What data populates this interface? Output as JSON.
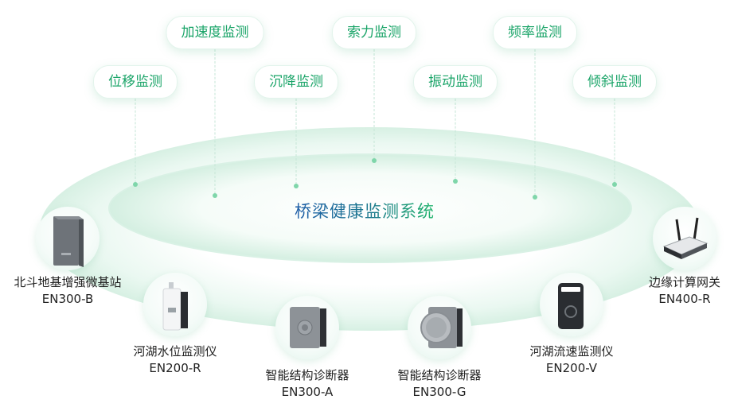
{
  "title": "桥梁健康监测系统",
  "monitors": [
    "位移监测",
    "加速度监测",
    "沉降监测",
    "索力监测",
    "振动监测",
    "频率监测",
    "倾斜监测"
  ],
  "devices": [
    {
      "name": "北斗地基增强微基站",
      "model": "EN300-B",
      "icon": "gnss-base-station-icon"
    },
    {
      "name": "河湖水位监测仪",
      "model": "EN200-R",
      "icon": "water-level-monitor-icon"
    },
    {
      "name": "智能结构诊断器",
      "model": "EN300-A",
      "icon": "structure-diagnoser-icon"
    },
    {
      "name": "智能结构诊断器",
      "model": "EN300-G",
      "icon": "structure-diagnoser-round-icon"
    },
    {
      "name": "河湖流速监测仪",
      "model": "EN200-V",
      "icon": "flow-velocity-monitor-icon"
    },
    {
      "name": "边缘计算网关",
      "model": "EN400-R",
      "icon": "edge-gateway-icon"
    }
  ],
  "colors": {
    "accent": "#1aa468",
    "title_start": "#1e5ea8",
    "title_end": "#21b56c",
    "ring": "#dff4ea"
  }
}
